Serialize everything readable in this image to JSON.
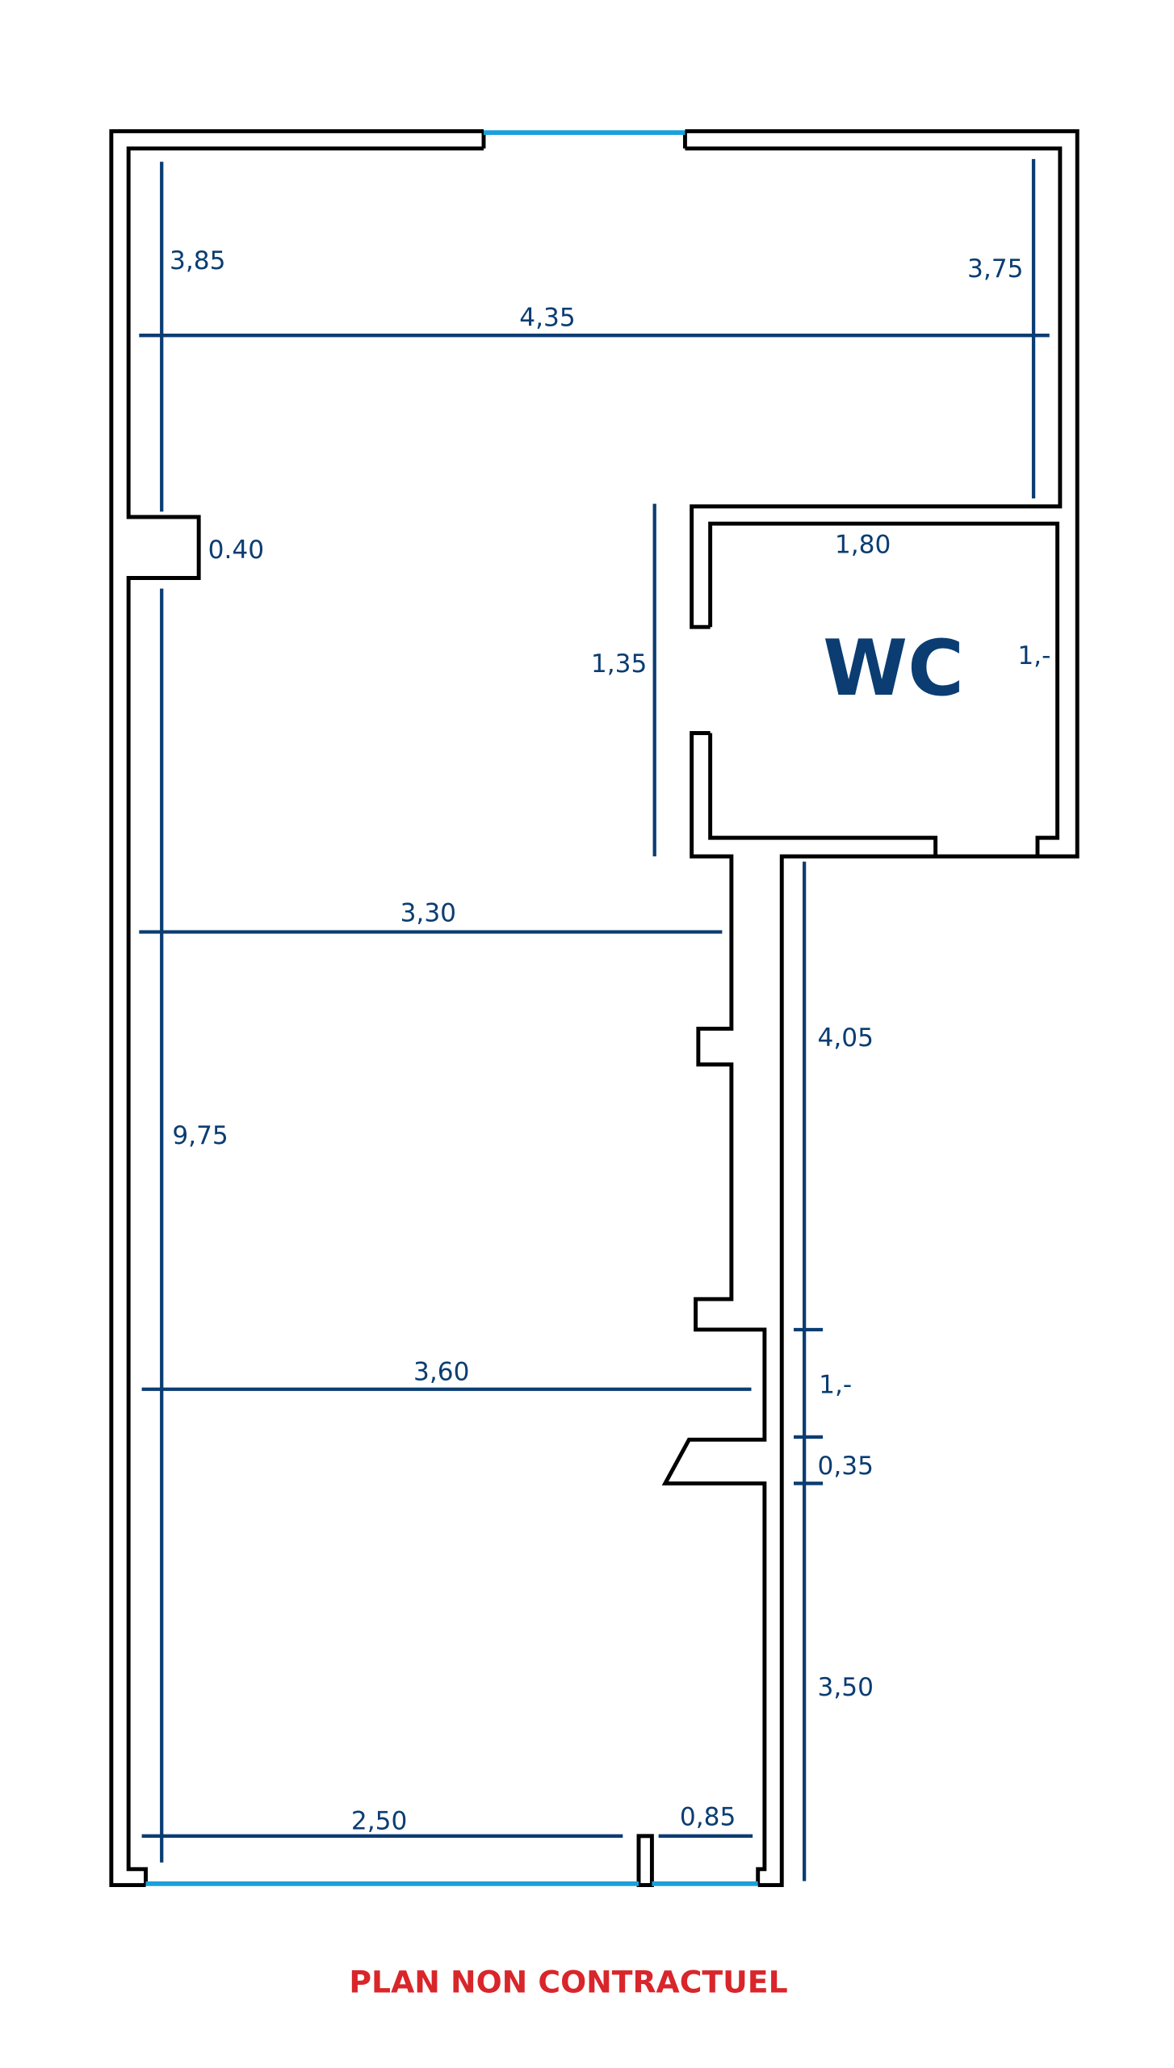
{
  "plan": {
    "room_label": "WC",
    "disclaimer": "PLAN NON CONTRACTUEL",
    "dimensions": {
      "top_left_height": "3,85",
      "top_width": "4,35",
      "top_right_height": "3,75",
      "niche": "0.40",
      "wc_width": "1,80",
      "wc_depth": "1,-",
      "wc_side": "1,35",
      "mid_width": "3,30",
      "corridor_length": "4,05",
      "total_length": "9,75",
      "lower_width": "3,60",
      "door_segment": "1,-",
      "door_step": "0,35",
      "lower_corridor": "3,50",
      "bottom_left_width": "2,50",
      "bottom_right_width": "0,85"
    },
    "colors": {
      "walls": "#000000",
      "windows": "#1aa0dc",
      "dimensions": "#0b3d72",
      "disclaimer": "#d8262b"
    }
  }
}
